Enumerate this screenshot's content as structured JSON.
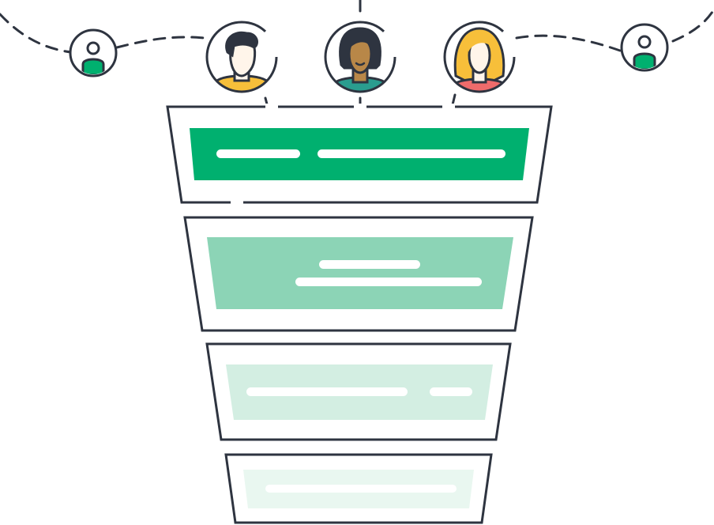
{
  "colors": {
    "outline": "#2e3440",
    "background": "#ffffff",
    "green_strong": "#00b06f",
    "green_medium": "#8cd4b6",
    "green_light": "#d3eee2",
    "green_faint": "#e9f7f0",
    "text_bar": "#ffffff",
    "skin_light": "#fff5ea",
    "skin_dark": "#b88748",
    "hair_dark": "#2e3440",
    "hair_blonde": "#f7bf3a",
    "shirt_yellow": "#f7bf3a",
    "shirt_teal": "#2a9d8f",
    "shirt_red": "#ef6b6b"
  },
  "icons": {
    "generic_user": "user-outline-icon",
    "person_man": "man-avatar-icon",
    "person_woman_dark": "woman-dark-hair-avatar-icon",
    "person_woman_blonde": "woman-blonde-avatar-icon"
  },
  "funnel": {
    "stages": [
      {
        "id": "stage-1",
        "fill": "green_strong"
      },
      {
        "id": "stage-2",
        "fill": "green_medium"
      },
      {
        "id": "stage-3",
        "fill": "green_light"
      },
      {
        "id": "stage-4",
        "fill": "green_faint"
      }
    ]
  }
}
